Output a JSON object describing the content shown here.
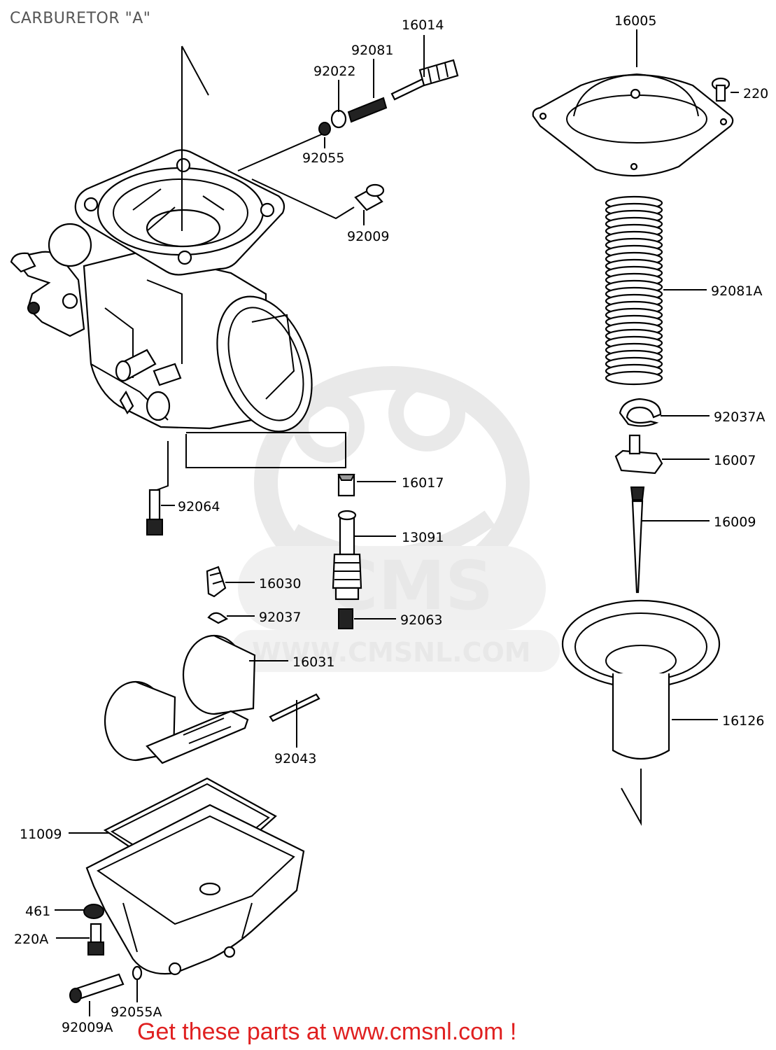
{
  "title": "CARBURETOR \"A\"",
  "footer": {
    "text": "Get these parts at www.cmsnl.com !"
  },
  "watermark": {
    "logo": "CMS",
    "site": "WWW.CMSNL.COM"
  },
  "parts": {
    "p16014": "16014",
    "p92081": "92081",
    "p92022": "92022",
    "p92055": "92055",
    "p92009": "92009",
    "p16005": "16005",
    "p220": "220",
    "p92081A": "92081A",
    "p92037A": "92037A",
    "p16007": "16007",
    "p16009": "16009",
    "p16017": "16017",
    "p13091": "13091",
    "p92064": "92064",
    "p16030": "16030",
    "p92037": "92037",
    "p92063": "92063",
    "p16031": "16031",
    "p92043": "92043",
    "p16126": "16126",
    "p11009": "11009",
    "p461": "461",
    "p220A": "220A",
    "p92055A": "92055A",
    "p92009A": "92009A"
  }
}
